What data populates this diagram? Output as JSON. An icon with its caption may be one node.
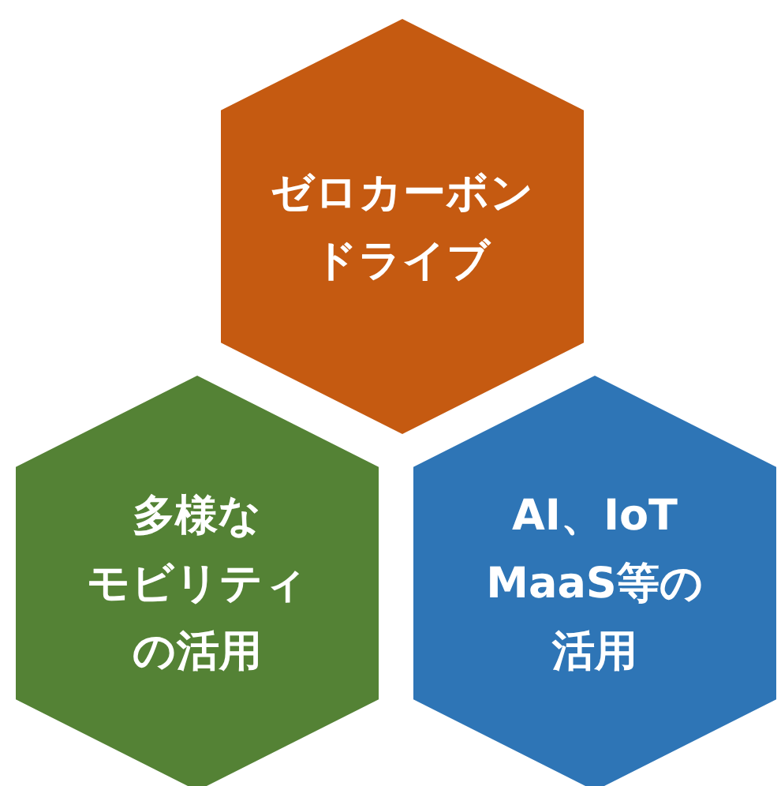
{
  "diagram": {
    "nodes": [
      {
        "text": [
          "ゼロカーボンドライブ"
        ]
      },
      {
        "text": [
          "多様なモビリティの活用"
        ]
      },
      {
        "text": [
          "AI、IoT MaaS等の活用"
        ]
      }
    ]
  }
}
